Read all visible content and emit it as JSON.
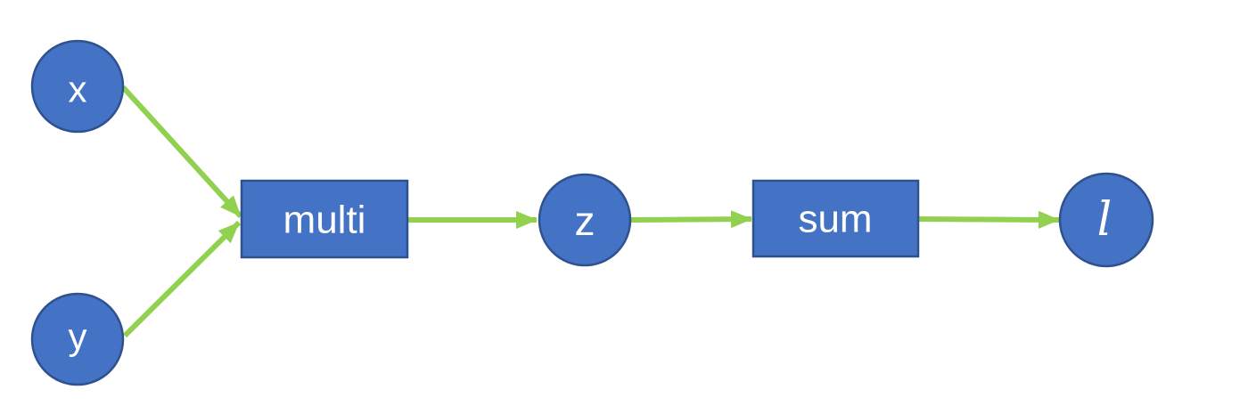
{
  "diagram": {
    "description": "computational graph: x and y multiplied to z, summed to loss l",
    "colors": {
      "node_fill": "#4472C4",
      "node_border": "#2F528F",
      "arrow": "#92D050",
      "label_text": "#FFFFFF",
      "background": "#FFFFFF"
    },
    "nodes": [
      {
        "id": "x",
        "shape": "circle",
        "label": "x"
      },
      {
        "id": "y",
        "shape": "circle",
        "label": "y"
      },
      {
        "id": "multi",
        "shape": "rect",
        "label": "multi"
      },
      {
        "id": "z",
        "shape": "circle",
        "label": "z"
      },
      {
        "id": "sum",
        "shape": "rect",
        "label": "sum"
      },
      {
        "id": "l",
        "shape": "circle",
        "label": "l"
      }
    ],
    "edges": [
      {
        "from": "x",
        "to": "multi"
      },
      {
        "from": "y",
        "to": "multi"
      },
      {
        "from": "multi",
        "to": "z"
      },
      {
        "from": "z",
        "to": "sum"
      },
      {
        "from": "sum",
        "to": "l"
      }
    ]
  }
}
